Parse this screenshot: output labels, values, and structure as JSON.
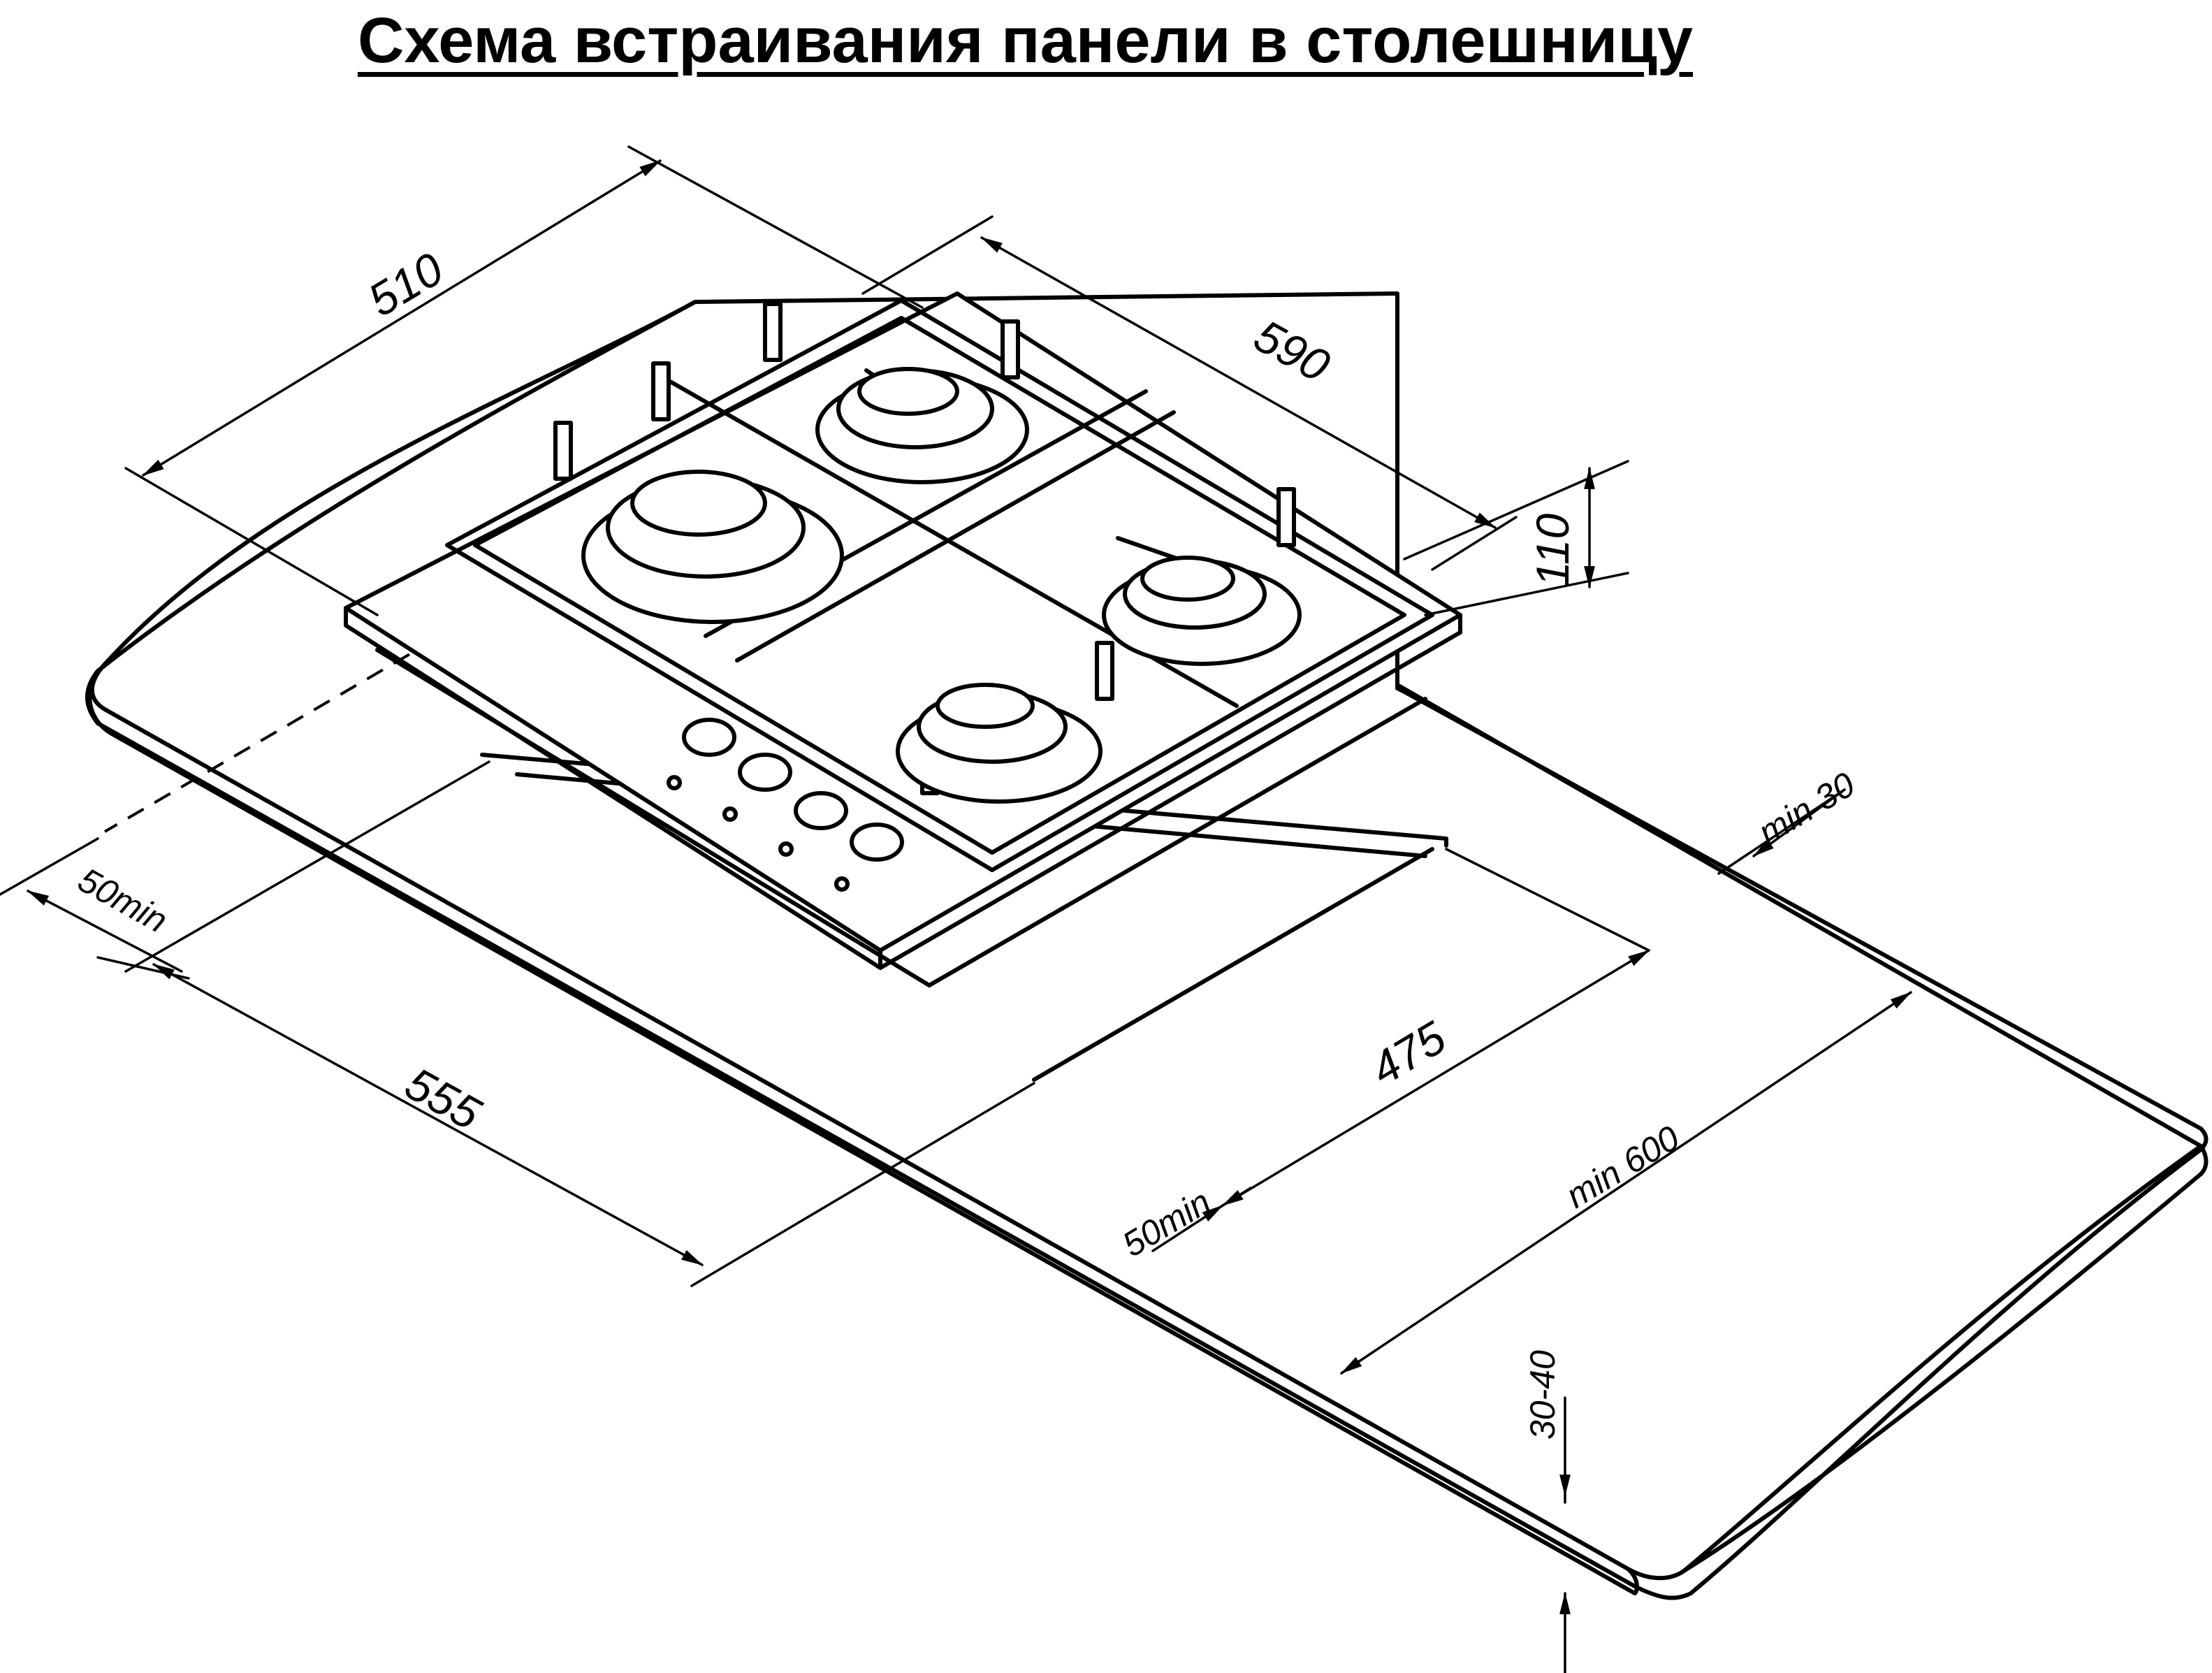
{
  "title": "Схема встраивания панели в столешницу",
  "dimensions": {
    "hob_depth": "510",
    "hob_width": "590",
    "hob_height": "110",
    "cutout_width": "555",
    "cutout_depth": "475",
    "back_gap": "50min",
    "front_gap": "50min",
    "side_gap": "min 30",
    "counter_depth": "min 600",
    "counter_thickness": "30-40"
  }
}
